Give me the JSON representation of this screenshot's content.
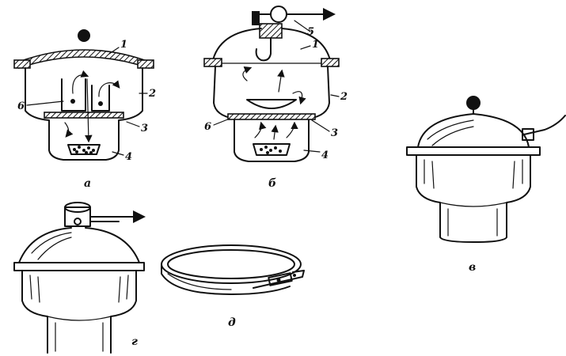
{
  "figures": [
    {
      "id": "a",
      "caption": "а",
      "labels": [
        "1",
        "2",
        "3",
        "4",
        "6"
      ]
    },
    {
      "id": "b",
      "caption": "б",
      "labels": [
        "1",
        "2",
        "3",
        "4",
        "5",
        "6"
      ]
    },
    {
      "id": "v",
      "caption": "в"
    },
    {
      "id": "g",
      "caption": "г"
    },
    {
      "id": "d",
      "caption": "д"
    }
  ],
  "colors": {
    "ink": "#111111",
    "paper": "#ffffff"
  }
}
